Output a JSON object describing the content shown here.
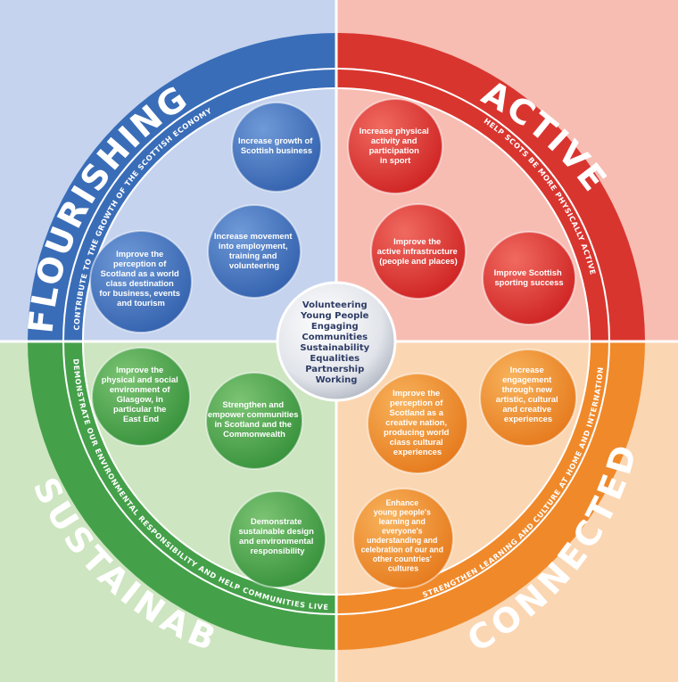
{
  "center": {
    "lines": [
      "Volunteering",
      "Young People",
      "Engaging",
      "Communities",
      "Sustainability",
      "Equalities",
      "Partnership",
      "Working"
    ]
  },
  "quadrants": {
    "flourishing": {
      "title": "FLOURISHING",
      "subtitle": "CONTRIBUTE TO THE GROWTH OF THE SCOTTISH ECONOMY",
      "colors": {
        "bg": "#c5d3ee",
        "ring": "#3a6db8",
        "bubble": "#3f74c0"
      },
      "bubbles": [
        {
          "lines": [
            "Increase growth of",
            "Scottish business"
          ]
        },
        {
          "lines": [
            "Increase movement",
            "into employment,",
            "training and",
            "volunteering"
          ]
        },
        {
          "lines": [
            "Improve the",
            "perception of",
            "Scotland as a world",
            "class destination",
            "for business, events",
            "and tourism"
          ]
        }
      ]
    },
    "active": {
      "title": "ACTIVE",
      "subtitle": "HELP SCOTS BE MORE PHYSICALLY ACTIVE",
      "colors": {
        "bg": "#f7bdb3",
        "ring": "#d9352f",
        "bubble": "#de3431"
      },
      "bubbles": [
        {
          "lines": [
            "Increase physical",
            "activity and",
            "participation",
            "in sport"
          ]
        },
        {
          "lines": [
            "Improve the",
            "active infrastructure",
            "(people and places)"
          ]
        },
        {
          "lines": [
            "Improve Scottish",
            "sporting success"
          ]
        }
      ]
    },
    "sustainable": {
      "title": "SUSTAINABLE",
      "subtitle": "DEMONSTRATE OUR ENVIRONMENTAL RESPONSIBILITY AND HELP COMMUNITIES LIVE MORE SUSTAINABLY",
      "colors": {
        "bg": "#cde5c0",
        "ring": "#45a04a",
        "bubble": "#4aa64c"
      },
      "bubbles": [
        {
          "lines": [
            "Improve the",
            "physical and social",
            "environment of",
            "Glasgow, in",
            "particular the",
            "East End"
          ]
        },
        {
          "lines": [
            "Strengthen and",
            "empower communities",
            "in Scotland and the",
            "Commonwealth"
          ]
        },
        {
          "lines": [
            "Demonstrate",
            "sustainable design",
            "and environmental",
            "responsibility"
          ]
        }
      ]
    },
    "connected": {
      "title": "CONNECTED",
      "subtitle": "STRENGTHEN LEARNING AND CULTURE AT HOME AND INTERNATIONALLY",
      "colors": {
        "bg": "#fbd6b2",
        "ring": "#f0892a",
        "bubble": "#f08d2b"
      },
      "bubbles": [
        {
          "lines": [
            "Increase",
            "engagement",
            "through new",
            "artistic, cultural",
            "and creative",
            "experiences"
          ]
        },
        {
          "lines": [
            "Improve the",
            "perception of",
            "Scotland as a",
            "creative nation,",
            "producing world",
            "class cultural",
            "experiences"
          ]
        },
        {
          "lines": [
            "Enhance",
            "young people's",
            "learning and",
            "everyone's",
            "understanding and",
            "celebration of our and",
            "other countries'",
            "cultures"
          ]
        }
      ]
    }
  }
}
